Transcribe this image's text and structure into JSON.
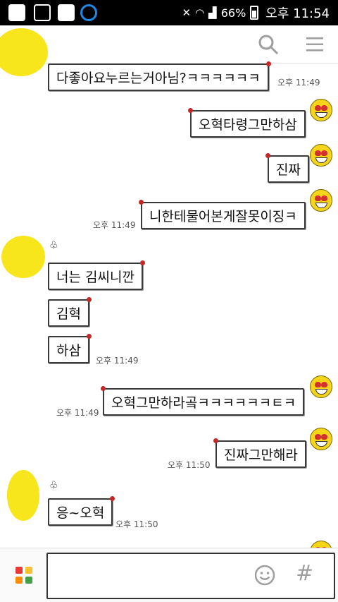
{
  "status_bar": {
    "battery": "66%",
    "time": "오후 11:54"
  },
  "messages": [
    {
      "id": "m1",
      "side": "in",
      "text": "다좋아요누르는거아님?ㅋㅋㅋㅋㅋㅋ",
      "time": "오후 11:49"
    },
    {
      "id": "m2",
      "side": "out",
      "text": "오혁타령그만하삼",
      "time": ""
    },
    {
      "id": "m3",
      "side": "out",
      "text": "진짜",
      "time": ""
    },
    {
      "id": "m4",
      "side": "out",
      "text": "니한테물어본게잘못이징ㅋ",
      "time": "오후 11:49"
    },
    {
      "id": "m5",
      "side": "in",
      "text": "너는 김씨니깐",
      "time": ""
    },
    {
      "id": "m6",
      "side": "in",
      "text": "김혁",
      "time": ""
    },
    {
      "id": "m7",
      "side": "in",
      "text": "하삼",
      "time": "오후 11:49"
    },
    {
      "id": "m8",
      "side": "out",
      "text": "오혁그만하라곸ㅋㅋㅋㅋㅋㅋㅌㅋ",
      "time": "오후 11:49"
    },
    {
      "id": "m9",
      "side": "out",
      "text": "진짜그만해라",
      "time": "오후 11:50"
    },
    {
      "id": "m10",
      "side": "in",
      "text": "응~오혁",
      "time": "오후 11:50"
    }
  ],
  "input": {
    "value": "",
    "placeholder": ""
  },
  "colors": {
    "blob": "#f7e61b",
    "accent": "#c62828",
    "apps": [
      "#e53935",
      "#fbc02d",
      "#fb8c00",
      "#43a047"
    ]
  }
}
